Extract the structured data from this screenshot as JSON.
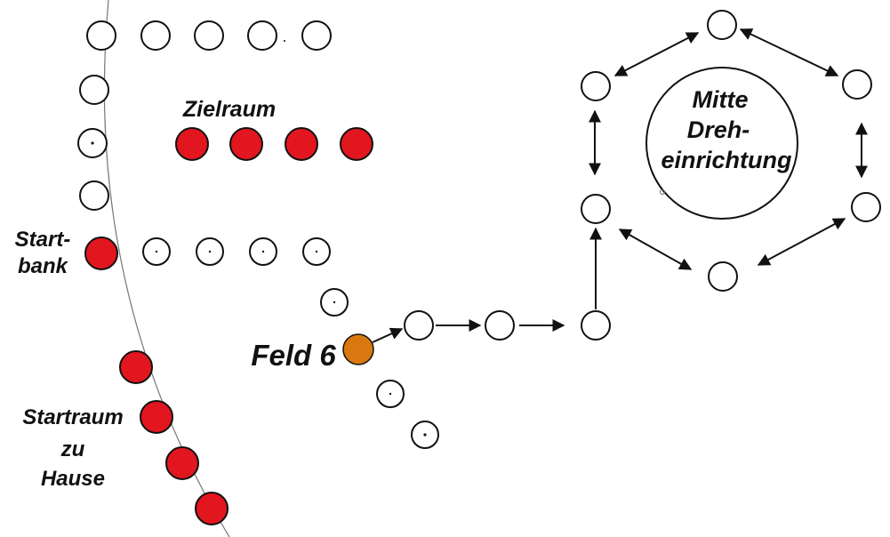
{
  "labels": {
    "zielraum": "Zielraum",
    "startbank_line1": "Start-",
    "startbank_line2": "bank",
    "startraum_line1": "Startraum",
    "startraum_line2": "zu",
    "startraum_line3": "Hause",
    "feld": "Feld 6",
    "mitte_line1": "Mitte",
    "mitte_line2": "Dreh-",
    "mitte_line3": "einrichtung"
  },
  "colors": {
    "red_piece": "#e2161f",
    "orange_piece": "#d9780f",
    "outline": "#111111",
    "empty_field": "#ffffff"
  }
}
